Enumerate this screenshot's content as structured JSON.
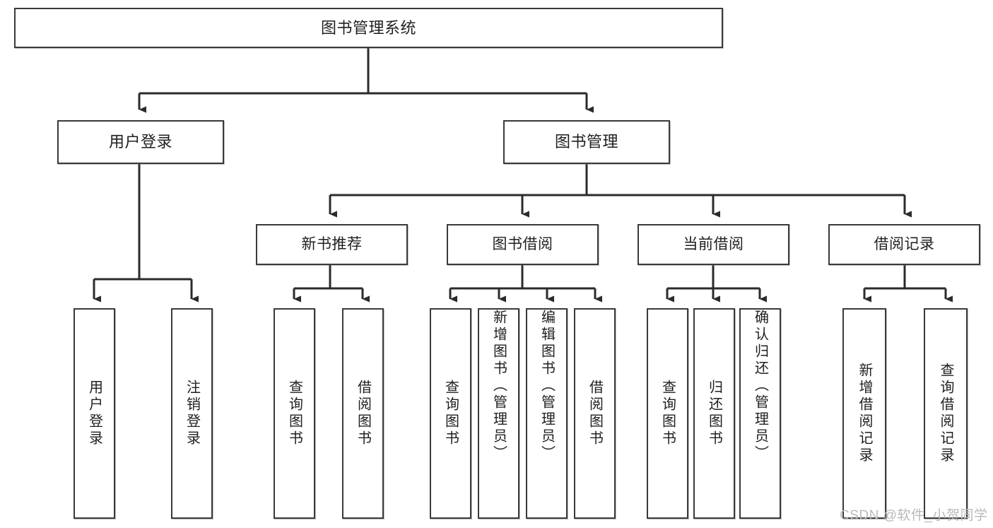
{
  "diagram": {
    "title": "图书管理系统",
    "type": "tree-hierarchy",
    "root": {
      "label": "图书管理系统"
    },
    "level1": [
      {
        "label": "用户登录"
      },
      {
        "label": "图书管理"
      }
    ],
    "level2": [
      {
        "label": "新书推荐"
      },
      {
        "label": "图书借阅"
      },
      {
        "label": "当前借阅"
      },
      {
        "label": "借阅记录"
      }
    ],
    "leaves": {
      "user_login": [
        {
          "label": "用户登录"
        },
        {
          "label": "注销登录"
        }
      ],
      "new_book_recommend": [
        {
          "label": "查询图书"
        },
        {
          "label": "借阅图书"
        }
      ],
      "book_borrow": [
        {
          "label": "查询图书"
        },
        {
          "label": "新增图书（管理员）"
        },
        {
          "label": "编辑图书（管理员）"
        },
        {
          "label": "借阅图书"
        }
      ],
      "current_borrow": [
        {
          "label": "查询图书"
        },
        {
          "label": "归还图书"
        },
        {
          "label": "确认归还（管理员）"
        }
      ],
      "borrow_record": [
        {
          "label": "新增借阅记录"
        },
        {
          "label": "查询借阅记录"
        }
      ]
    }
  },
  "watermark": {
    "text": "CSDN @软件_小贺同学"
  },
  "colors": {
    "box_border": "#3a3a3a",
    "box_fill": "#ffffff",
    "connector": "#2b2b2b",
    "text": "#1f1f1f",
    "watermark": "#b9b9b9"
  }
}
